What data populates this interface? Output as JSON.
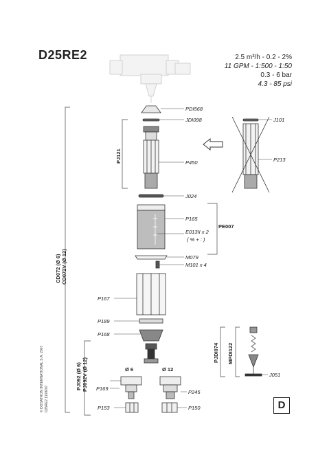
{
  "title": "D25RE2",
  "specs": {
    "flow_metric": "2.5 m³/h - 0.2 - 2%",
    "flow_imperial": "11 GPM - 1:500 - 1:50",
    "pressure_bar": "0.3 - 6 bar",
    "pressure_psi": "4.3 - 85 psi"
  },
  "parts": {
    "pdi568": "PDI568",
    "jdi098": "JDI098",
    "j101": "J101",
    "p450": "P450",
    "p213": "P213",
    "j024": "J024",
    "p165": "P165",
    "e013ii": "E013II x 2",
    "e013ii_note": "( % + : )",
    "m079": "M079",
    "m101": "M101 x 4",
    "p167": "P167",
    "p189": "P189",
    "p168": "P168",
    "j051": "J051",
    "p169": "P169",
    "p245": "P245",
    "p153": "P153",
    "p150": "P150"
  },
  "groups": {
    "pj121": "PJ121",
    "pe007": "PE007",
    "cd072": "CD072 (Ø 6)",
    "cd072v": "CD072V (Ø 12)",
    "pj092": "PJ092 (Ø 6)",
    "pj092v": "PJ092V (Ø 12)",
    "pjdi074": "PJDI074",
    "mpdi122": "MPDI122"
  },
  "diameters": {
    "d6": "Ø 6",
    "d12": "Ø 12"
  },
  "copyright_line1": "© DOSATRON INTERNATIONAL S.A. 2007",
  "copyright_line2": "D25RE2 11/06/07",
  "page_letter": "D",
  "colors": {
    "line": "#333333",
    "dark_part": "#555555",
    "light_gray": "#d8d8d8"
  }
}
